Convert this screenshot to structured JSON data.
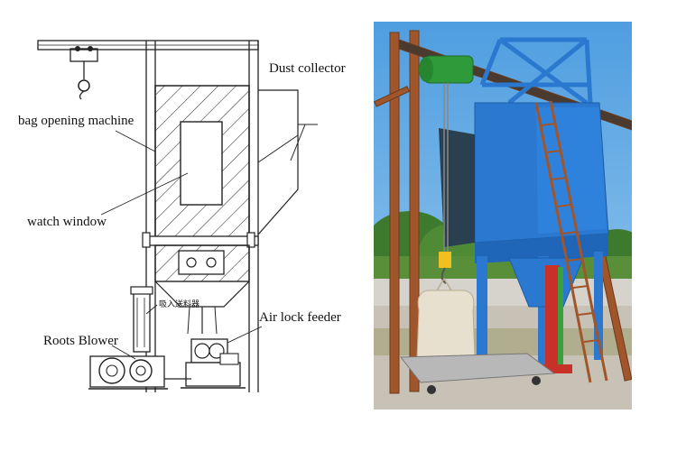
{
  "schematic": {
    "labels": {
      "dust_collector": "Dust collector",
      "bag_opening_machine": "bag opening machine",
      "watch_window": "watch window",
      "roots_blower": "Roots Blower",
      "air_lock_feeder": "Air lock feeder",
      "chinese_tag": "吸入送料器"
    }
  },
  "photo": {
    "sky_color": "#6aaee0",
    "machine_color": "#2a78d0",
    "frame_color": "#a0552b",
    "hoist_color": "#2e9a3a",
    "ground_color": "#c8c2b6"
  }
}
